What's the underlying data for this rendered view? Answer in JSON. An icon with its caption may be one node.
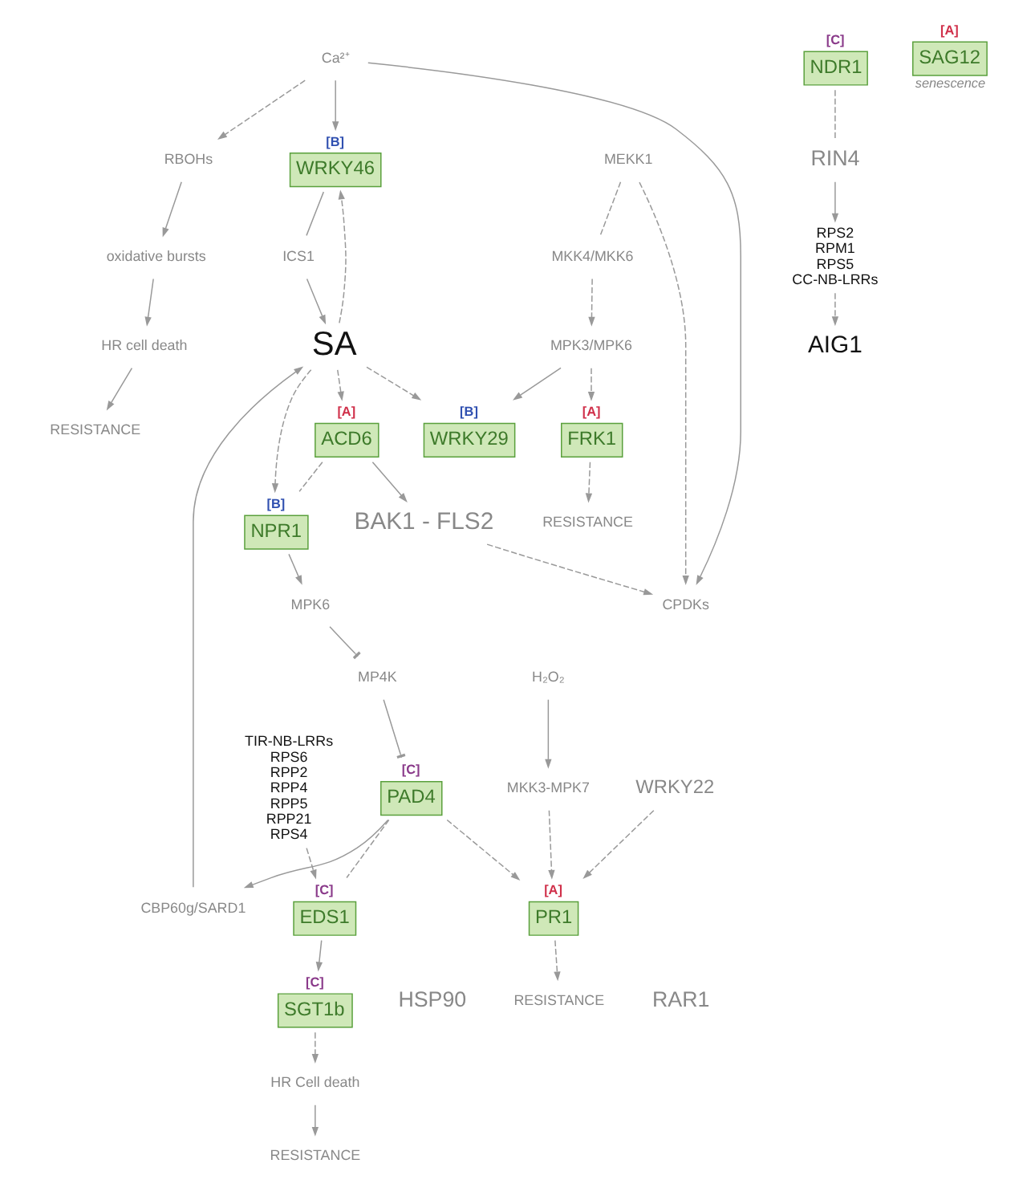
{
  "diagram": {
    "nodes": [
      {
        "text": [
          "RBOHs"
        ]
      },
      {
        "text": [
          "oxidative bursts"
        ]
      },
      {
        "text": [
          "HR cell death"
        ]
      },
      {
        "text": [
          "RESISTANCE"
        ]
      },
      {
        "text": [
          "BAK1 - FLS2"
        ]
      },
      {
        "text": [
          "[A]",
          "ACD6"
        ]
      },
      {
        "text": [
          "MEKK1"
        ]
      },
      {
        "text": [
          "CPDKs"
        ]
      },
      {
        "text": [
          "Ca²⁺"
        ]
      },
      {
        "text": [
          "[B]",
          "WRKY46"
        ]
      },
      {
        "text": [
          "ICS1"
        ]
      },
      {
        "text": [
          "[B]",
          "NPR1"
        ]
      },
      {
        "text": [
          "SA"
        ]
      },
      {
        "text": [
          "MKK4/MKK6"
        ]
      },
      {
        "text": [
          "TIR-NB-LRRs",
          "RPS6",
          "RPP2",
          "RPP4",
          "RPP5",
          "RPP21",
          "RPS4"
        ]
      },
      {
        "text": [
          "MPK3/MPK6"
        ]
      },
      {
        "text": [
          "[B]",
          "WRKY29"
        ]
      },
      {
        "text": [
          "WRKY22"
        ]
      },
      {
        "text": [
          "MPK6"
        ]
      },
      {
        "text": [
          "CBP60g/SARD1"
        ]
      },
      {
        "text": [
          "MP4K"
        ]
      },
      {
        "text": [
          "[C]",
          "PAD4"
        ]
      },
      {
        "text": [
          "[C]",
          "EDS1"
        ]
      },
      {
        "text": [
          "[A]",
          "FRK1"
        ]
      },
      {
        "text": [
          "H₂O₂"
        ]
      },
      {
        "text": [
          "MKK3-MPK7"
        ]
      },
      {
        "text": [
          "[A]",
          "PR1"
        ]
      },
      {
        "text": [
          "RESISTANCE"
        ]
      },
      {
        "text": [
          "[C]",
          "SGT1b"
        ]
      },
      {
        "text": [
          "RESISTANCE"
        ]
      },
      {
        "text": [
          "[C]",
          "NDR1"
        ]
      },
      {
        "text": [
          "RIN4"
        ]
      },
      {
        "text": [
          "RPS2",
          "RPM1",
          "RPS5",
          "CC-NB-LRRs"
        ]
      },
      {
        "text": [
          "AIG1"
        ]
      },
      {
        "text": [
          "[A]",
          "SAG12"
        ],
        "beside": [
          "senescence"
        ]
      },
      {
        "text": [
          "HR Cell death"
        ]
      },
      {
        "text": [
          "RESISTANCE"
        ]
      }
    ],
    "edges": [
      {
        "from": 0,
        "to": 1,
        "arrow": "to"
      },
      {
        "from": 1,
        "to": 2,
        "arrow": "to"
      },
      {
        "from": 2,
        "to": 3,
        "arrow": "to"
      },
      {
        "from": 12,
        "to": 5,
        "arrow": "to",
        "style": "dashed"
      },
      {
        "from": 5,
        "to": 4,
        "arrow": "to"
      },
      {
        "from": 4,
        "to": 7,
        "arrow": "to",
        "style": "dashed"
      },
      {
        "from": 6,
        "to": 7,
        "arrow": "to",
        "style": "dashed"
      },
      {
        "from": 6,
        "to": 13,
        "arrow": "none",
        "style": "dashed"
      },
      {
        "from": 8,
        "to": 7,
        "arrow": "to"
      },
      {
        "from": 8,
        "to": 0,
        "arrow": "to",
        "style": "dashed"
      },
      {
        "from": 8,
        "to": 9,
        "arrow": "to"
      },
      {
        "from": 5,
        "to": 11,
        "arrow": "none",
        "style": "dashed"
      },
      {
        "from": 9,
        "to": 10,
        "arrow": "none"
      },
      {
        "from": 10,
        "to": 12,
        "arrow": "to"
      },
      {
        "from": 12,
        "to": 9,
        "arrow": "to",
        "style": "dashed"
      },
      {
        "from": 12,
        "to": 11,
        "arrow": "to",
        "style": "dashed"
      },
      {
        "from": 12,
        "to": 16,
        "arrow": "to",
        "style": "dashed"
      },
      {
        "from": 11,
        "to": 18,
        "arrow": "to"
      },
      {
        "from": 18,
        "to": 20,
        "arrow": "other"
      },
      {
        "from": 20,
        "to": 21,
        "arrow": "other"
      },
      {
        "from": 21,
        "to": 19,
        "arrow": "to"
      },
      {
        "from": 19,
        "to": 12,
        "arrow": "to"
      },
      {
        "from": 21,
        "to": 22,
        "arrow": "none",
        "style": "dashed"
      },
      {
        "from": 21,
        "to": 26,
        "arrow": "to",
        "style": "dashed"
      },
      {
        "from": 22,
        "to": 28,
        "arrow": "to"
      },
      {
        "from": 14,
        "to": 22,
        "arrow": "to",
        "style": "dashed"
      },
      {
        "from": 13,
        "to": 15,
        "arrow": "to",
        "style": "dashed"
      },
      {
        "from": 15,
        "to": 16,
        "arrow": "to"
      },
      {
        "from": 15,
        "to": 23,
        "arrow": "to",
        "style": "dashed"
      },
      {
        "from": 23,
        "to": 27,
        "arrow": "to",
        "style": "dashed"
      },
      {
        "from": 24,
        "to": 25,
        "arrow": "to"
      },
      {
        "from": 25,
        "to": 26,
        "arrow": "to",
        "style": "dashed"
      },
      {
        "from": 17,
        "to": 26,
        "arrow": "to",
        "style": "dashed"
      },
      {
        "from": 26,
        "to": 29,
        "arrow": "to",
        "style": "dashed"
      },
      {
        "from": 28,
        "to": 35,
        "arrow": "to",
        "style": "dashed"
      },
      {
        "from": 35,
        "to": 36,
        "arrow": "to"
      },
      {
        "from": 30,
        "to": 31,
        "arrow": "none",
        "style": "dashed"
      },
      {
        "from": 31,
        "to": 32,
        "arrow": "to"
      },
      {
        "from": 32,
        "to": 33,
        "arrow": "to",
        "style": "dashed"
      }
    ],
    "labels": [
      "HSP90",
      "RAR1"
    ]
  }
}
